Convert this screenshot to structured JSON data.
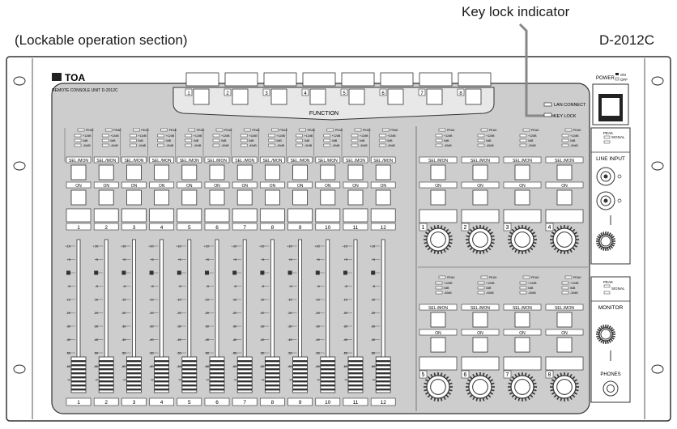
{
  "captions": {
    "key_lock_indicator": "Key lock indicator",
    "lockable_section": "(Lockable operation section)",
    "model_number": "D-2012C"
  },
  "unit": {
    "brand": "TOA",
    "unit_name": "REMOTE CONSOLE UNIT D-2012C",
    "function_label": "FUNCTION",
    "function_keys": [
      "1",
      "2",
      "3",
      "4",
      "5",
      "6",
      "7",
      "8"
    ],
    "lan_connect": "LAN CONNECT",
    "key_lock": "KEY LOCK",
    "power_label": "POWER",
    "power_on": "ON",
    "power_off": "OFF",
    "line_input": "LINE INPUT",
    "monitor": "MONITOR",
    "phones": "PHONES",
    "peak": "PEAK",
    "signal": "SIGNAL"
  },
  "meter": {
    "peak": "PEAK",
    "levels": [
      "+12dB",
      "0dB",
      "-40dB"
    ]
  },
  "channel": {
    "sel_mon": "SEL./MON",
    "on": "ON",
    "numbers": [
      "1",
      "2",
      "3",
      "4",
      "5",
      "6",
      "7",
      "8",
      "9",
      "10",
      "11",
      "12"
    ]
  },
  "fader_scale": [
    "+10",
    "+5",
    "0",
    "-5",
    "-10",
    "-20",
    "-30",
    "-40",
    "-50",
    "-60",
    "∞"
  ],
  "rotary": {
    "top_numbers": [
      "1",
      "2",
      "3",
      "4"
    ],
    "bottom_numbers": [
      "5",
      "6",
      "7",
      "8"
    ]
  }
}
